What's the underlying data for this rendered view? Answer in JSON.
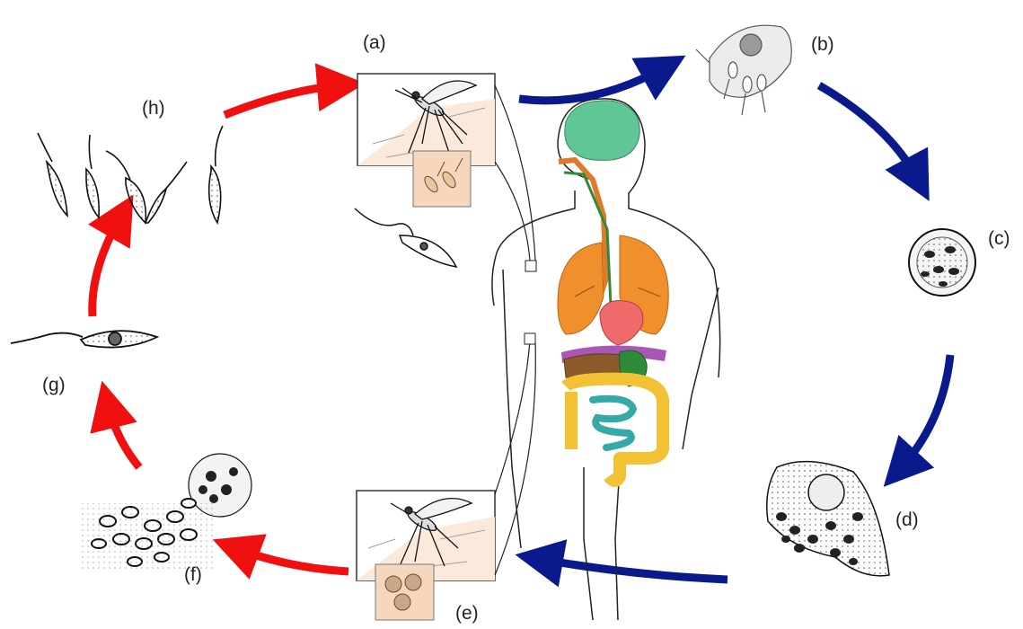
{
  "stage_labels": {
    "a": "(a)",
    "b": "(b)",
    "c": "(c)",
    "d": "(d)",
    "e": "(e)",
    "f": "(f)",
    "g": "(g)",
    "h": "(h)"
  },
  "colors": {
    "vector_arrow": "#f01010",
    "host_arrow": "#0a1a8c",
    "skin_panel": "#fbe9dc",
    "brain": "#5fc796",
    "lungs": "#f0902c",
    "heart": "#ef6b6b",
    "liver": "#8b5a2b",
    "stomach": "#2e8b3a",
    "small_intestine": "#35a8a8",
    "large_intestine": "#f2c234",
    "diaphragm": "#9b38a8"
  },
  "icons": {
    "mosquito_top": "sandfly-icon",
    "mosquito_bottom": "sandfly-icon",
    "human": "human-anatomy-icon"
  }
}
